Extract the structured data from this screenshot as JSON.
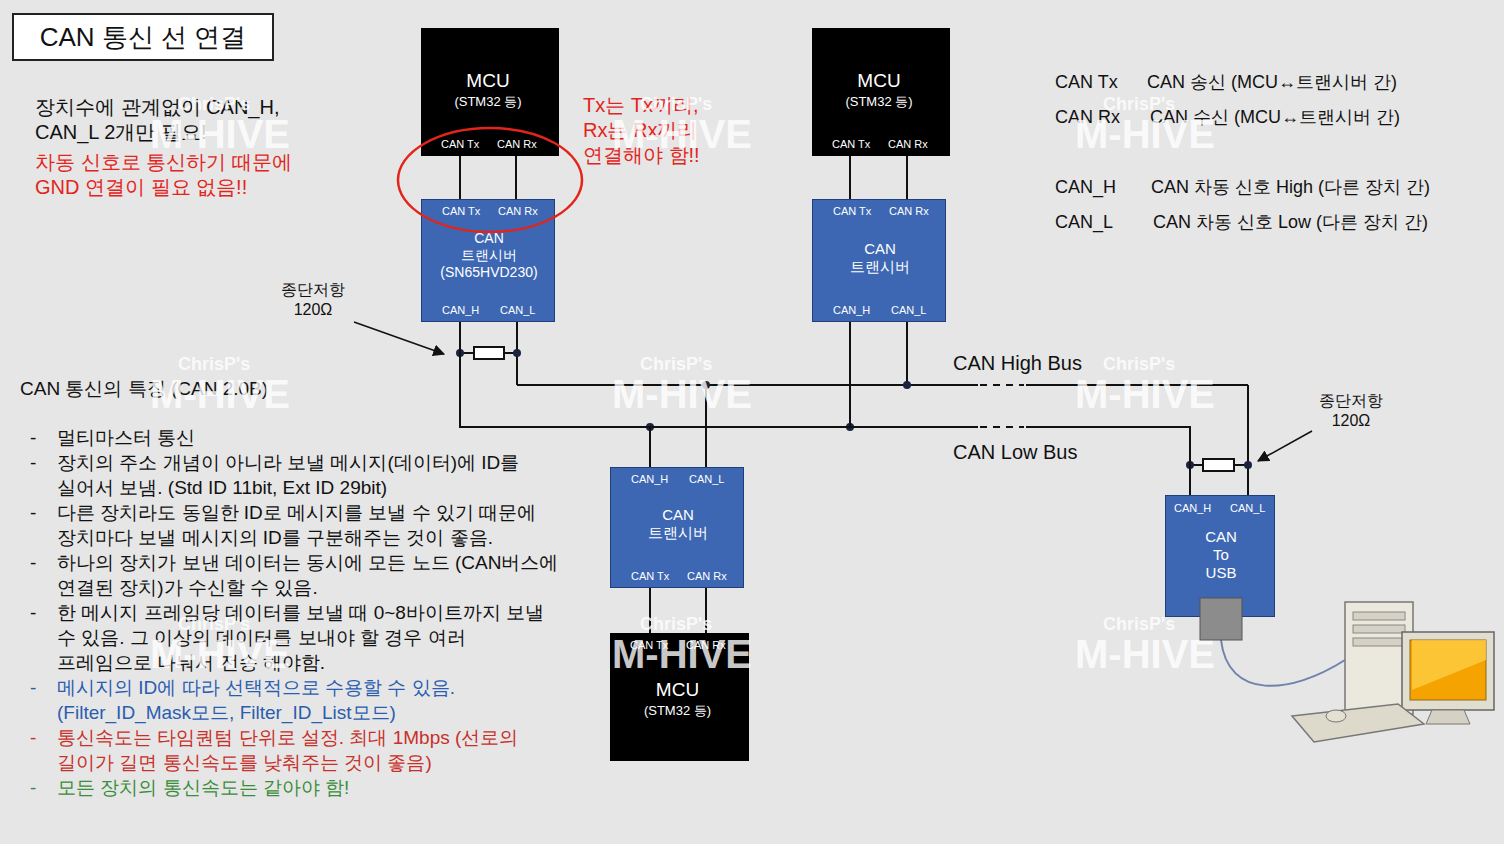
{
  "diagram": {
    "title": "CAN 통신 선 연결",
    "nodes": [
      {
        "text": [
          "MCU",
          "(STM32 등)",
          "CAN Tx",
          "CAN Rx"
        ]
      },
      {
        "text": [
          "CAN Tx",
          "CAN Rx",
          "CAN 트랜시버 (SN65HVD230)",
          "CAN_H",
          "CAN_L"
        ]
      },
      {
        "text": [
          "MCU",
          "(STM32 등)",
          "CAN Tx",
          "CAN Rx"
        ]
      },
      {
        "text": [
          "CAN Tx",
          "CAN Rx",
          "CAN 트랜시버",
          "CAN_H",
          "CAN_L"
        ]
      },
      {
        "text": [
          "CAN_H",
          "CAN_L",
          "CAN 트랜시버",
          "CAN Tx",
          "CAN Rx"
        ]
      },
      {
        "text": [
          "CAN Tx",
          "CAN Rx",
          "MCU",
          "(STM32 등)"
        ]
      },
      {
        "text": [
          "CAN_H",
          "CAN_L",
          "CAN To USB"
        ]
      }
    ],
    "edges": [
      {
        "from": 0,
        "to": 1,
        "arrow": "none"
      },
      {
        "from": 0,
        "to": 1,
        "arrow": "none"
      },
      {
        "from": 2,
        "to": 3,
        "arrow": "none"
      },
      {
        "from": 2,
        "to": 3,
        "arrow": "none"
      },
      {
        "from": 4,
        "to": 5,
        "arrow": "none"
      },
      {
        "from": 4,
        "to": 5,
        "arrow": "none"
      },
      {
        "from": 1,
        "to": 4,
        "arrow": "none"
      },
      {
        "from": 4,
        "to": 3,
        "arrow": "none"
      },
      {
        "from": 3,
        "to": 6,
        "arrow": "none"
      }
    ],
    "labels": [
      "장치수에 관계없이 CAN_H, CAN_L 2개만 필요!",
      "차동 신호로 통신하기 때문에 GND 연결이 필요 없음!!",
      "Tx는 Tx끼리, Rx는 Rx끼리 연결해야 함!!",
      "CAN Tx",
      "CAN 송신 (MCU↔트랜시버 간)",
      "CAN Rx",
      "CAN 수신 (MCU↔트랜시버 간)",
      "CAN_H",
      "CAN 차동 신호 High (다른 장치 간)",
      "CAN_L",
      "CAN 차동 신호 Low (다른 장치 간)",
      "종단저항 120Ω",
      "CAN High Bus",
      "CAN Low Bus",
      "종단저항 120Ω",
      "CAN 통신의 특징 (CAN 2.0B)",
      "-",
      "멀티마스터 통신",
      "-",
      "장치의 주소 개념이 아니라 보낼 메시지(데이터)에 ID를 실어서 보냄. (Std ID 11bit, Ext ID 29bit)",
      "-",
      "다른 장치라도 동일한 ID로 메시지를 보낼 수 있기 때문에 장치마다 보낼 메시지의 ID를 구분해주는 것이 좋음.",
      "-",
      "하나의 장치가 보낸 데이터는 동시에 모든 노드 (CAN버스에 연결된 장치)가 수신할 수 있음.",
      "-",
      "한 메시지 프레임당 데이터를 보낼 때 0~8바이트까지 보낼 수 있음. 그 이상의 데이터를 보내야 할 경우 여러 프레임으로 나눠서 전송 해야함.",
      "-",
      "메시지의 ID에 따라 선택적으로 수용할 수 있음. (Filter_ID_Mask모드, Filter_ID_List모드)",
      "-",
      "통신속도는 타임퀀텀 단위로 설정. 최대 1Mbps (선로의 길이가 길면 통신속도를 낮춰주는 것이 좋음)",
      "-",
      "모든 장치의 통신속도는 같아야 함!",
      "ChrisP's",
      "M-HIVE",
      "ChrisP's",
      "M-HIVE",
      "ChrisP's",
      "M-HIVE",
      "ChrisP's",
      "M-HIVE",
      "ChrisP's",
      "M-HIVE",
      "ChrisP's",
      "M-HIVE",
      "ChrisP's",
      "M-HIVE",
      "ChrisP's",
      "M-HIVE",
      "ChrisP's",
      "M-HIVE"
    ]
  }
}
